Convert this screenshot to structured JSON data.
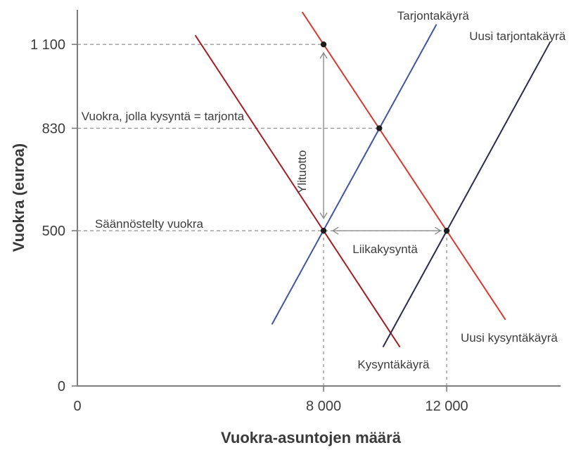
{
  "figure": {
    "background": "#ffffff"
  },
  "chart_data": {
    "type": "line",
    "title": "",
    "xlabel": "Vuokra-asuntojen määrä",
    "ylabel": "Vuokra (euroa)",
    "xlim": [
      0,
      15700
    ],
    "ylim": [
      0,
      1200
    ],
    "grid": false,
    "legend_position": "none",
    "axis_color": "#7d7d7d",
    "text_color": "#3d3d3d",
    "dot_color": "#1c1c1c",
    "x_ticks": [
      {
        "value": 0,
        "label": "0"
      },
      {
        "value": 8000,
        "label": "8 000"
      },
      {
        "value": 12000,
        "label": "12 000"
      }
    ],
    "y_ticks": [
      {
        "value": 0,
        "label": "0"
      },
      {
        "value": 500,
        "label": "500"
      },
      {
        "value": 830,
        "label": "830"
      },
      {
        "value": 1100,
        "label": "1 100"
      }
    ],
    "series": [
      {
        "name": "Kysyntäkäyrä",
        "role": "demand",
        "color": "#a41e25",
        "points": [
          [
            3840,
            1128
          ],
          [
            10470,
            127
          ]
        ],
        "label": {
          "text": "Kysyntäkäyrä",
          "x": 10270,
          "y": 57,
          "anchor": "middle"
        }
      },
      {
        "name": "Uusi kysyntäkäyrä",
        "role": "new-demand",
        "color": "#d9392e",
        "points": [
          [
            7315,
            1203
          ],
          [
            13900,
            215
          ]
        ],
        "label": {
          "text": "Uusi kysyntäkäyrä",
          "x": 14030,
          "y": 143,
          "anchor": "middle"
        }
      },
      {
        "name": "Tarjontakäyrä",
        "role": "supply",
        "color": "#4255a4",
        "points": [
          [
            6330,
            200
          ],
          [
            11660,
            1163
          ]
        ],
        "label": {
          "text": "Tarjontakäyrä",
          "x": 11560,
          "y": 1180,
          "anchor": "middle"
        }
      },
      {
        "name": "Uusi tarjontakäyrä",
        "role": "new-supply",
        "color": "#2b2b52",
        "points": [
          [
            9940,
            127
          ],
          [
            15360,
            1107
          ]
        ],
        "label": {
          "text": "Uusi tarjontakäyrä",
          "x": 14300,
          "y": 1114,
          "anchor": "middle"
        }
      }
    ],
    "key_points": [
      {
        "name": "excess-profit-top-point",
        "x": 8000,
        "y": 1100
      },
      {
        "name": "market-equilibrium-point",
        "x": 9810,
        "y": 830
      },
      {
        "name": "regulated-rent-point",
        "x": 8000,
        "y": 500
      },
      {
        "name": "long-run-equilibrium-point",
        "x": 12000,
        "y": 500
      }
    ],
    "guides": {
      "color": "#9a9a9a",
      "h": [
        {
          "y": 1100,
          "x0": 0,
          "x1": 8000
        },
        {
          "y": 830,
          "x0": 0,
          "x1": 9810
        },
        {
          "y": 500,
          "x0": 0,
          "x1": 12000
        }
      ],
      "v": [
        {
          "x": 8000,
          "y0": 0,
          "y1": 500
        },
        {
          "x": 12000,
          "y0": 0,
          "y1": 500
        }
      ]
    },
    "arrows": {
      "color": "#8c8c8c",
      "items": [
        {
          "name": "ylituotto-arrow",
          "x0": 8000,
          "y0": 540,
          "x1": 8000,
          "y1": 1073
        },
        {
          "name": "liikakysynta-arrow",
          "x0": 8300,
          "y0": 500,
          "x1": 11800,
          "y1": 500
        }
      ]
    },
    "annotations": [
      {
        "name": "equilibrium-rent-label",
        "text": "Vuokra, jolla kysyntä = tarjonta",
        "x": 5420,
        "y": 856,
        "anchor": "end"
      },
      {
        "name": "regulated-rent-label",
        "text": "Säännöstelty vuokra",
        "x": 570,
        "y": 509,
        "anchor": "start"
      },
      {
        "name": "ylituotto-label",
        "text": "Ylituotto",
        "x": 7430,
        "y": 690,
        "anchor": "middle",
        "rotate": -90
      },
      {
        "name": "liikakysynta-label",
        "text": "Liikakysyntä",
        "x": 10000,
        "y": 428,
        "anchor": "middle"
      }
    ]
  }
}
